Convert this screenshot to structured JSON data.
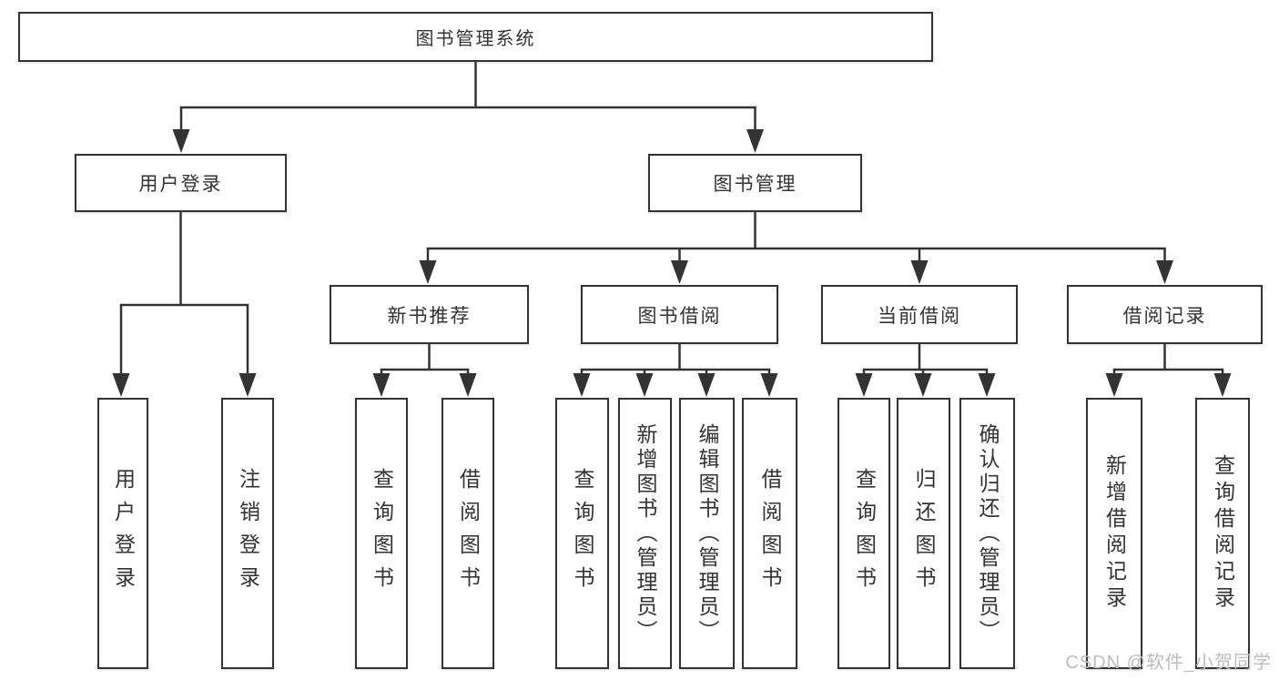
{
  "diagram": {
    "title_note": "functional structure chart",
    "root": {
      "label": "图书管理系统"
    },
    "level2": [
      {
        "label": "用户登录"
      },
      {
        "label": "图书管理"
      }
    ],
    "level3": [
      {
        "label": "新书推荐",
        "parent": "图书管理"
      },
      {
        "label": "图书借阅",
        "parent": "图书管理"
      },
      {
        "label": "当前借阅",
        "parent": "图书管理"
      },
      {
        "label": "借阅记录",
        "parent": "图书管理"
      }
    ],
    "leaves": [
      {
        "label": "用户登录",
        "parent": "用户登录"
      },
      {
        "label": "注销登录",
        "parent": "用户登录"
      },
      {
        "label": "查询图书",
        "parent": "新书推荐"
      },
      {
        "label": "借阅图书",
        "parent": "新书推荐"
      },
      {
        "label": "查询图书",
        "parent": "图书借阅"
      },
      {
        "label": "新增图书（管理员）",
        "parent": "图书借阅"
      },
      {
        "label": "编辑图书（管理员）",
        "parent": "图书借阅"
      },
      {
        "label": "借阅图书",
        "parent": "图书借阅"
      },
      {
        "label": "查询图书",
        "parent": "当前借阅"
      },
      {
        "label": "归还图书",
        "parent": "当前借阅"
      },
      {
        "label": "确认归还（管理员）",
        "parent": "当前借阅"
      },
      {
        "label": "新增借阅记录",
        "parent": "借阅记录"
      },
      {
        "label": "查询借阅记录",
        "parent": "借阅记录"
      }
    ],
    "colors": {
      "line": "#333333",
      "box_border": "#333333",
      "box_fill": "#ffffff",
      "text": "#333333",
      "watermark": "#bdbdbd",
      "background": "#ffffff"
    }
  },
  "watermark": {
    "text": "CSDN @软件_小贺同学"
  }
}
